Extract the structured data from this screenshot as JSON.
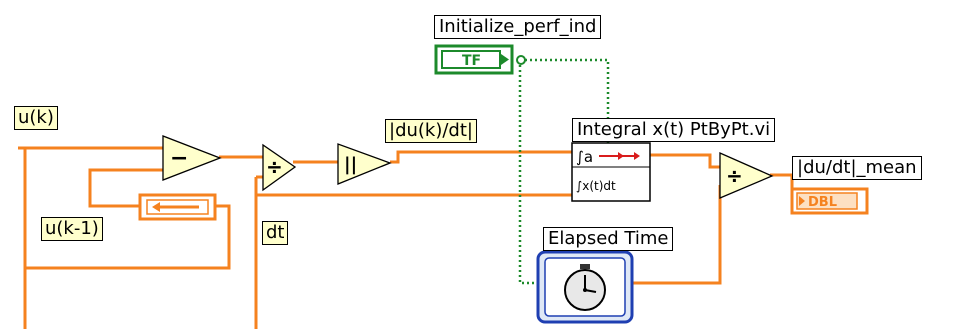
{
  "labels": {
    "initialize": "Initialize_perf_ind",
    "uk": "u(k)",
    "ukm1": "u(k-1)",
    "dudt": "|du(k)/dt|",
    "integral": "Integral x(t) PtByPt.vi",
    "dt": "dt",
    "mean": "|du/dt|_mean",
    "elapsed": "Elapsed Time"
  },
  "terminals": {
    "bool": "TF",
    "dbl": "DBL"
  },
  "subvi_text": {
    "top": "∫a",
    "bottom": "∫x(t)dt"
  },
  "operators": {
    "subtract": "−",
    "divide": "÷",
    "abs": "||"
  },
  "colors": {
    "numeric_wire": "#f5821f",
    "boolean_wire": "#1c8a2b",
    "label_bg": "#ffffcc",
    "timer_border": "#1f3fb2"
  }
}
